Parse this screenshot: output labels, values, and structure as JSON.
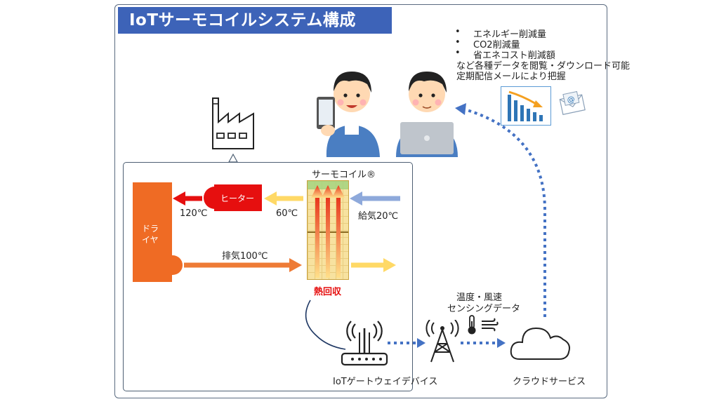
{
  "title": "IoTサーモコイルシステム構成",
  "info": {
    "bullets": [
      "エネルギー削減量",
      "CO2削減量",
      "省エネコスト削減額"
    ],
    "line1": "など各種データを閲覧・ダウンロード可能",
    "line2": "定期配信メールにより把握"
  },
  "labels": {
    "coil": "サーモコイル®",
    "heater": "ヒーター",
    "dryer": "ドライヤ",
    "temp_120": "120℃",
    "temp_60": "60℃",
    "intake": "給気20℃",
    "exhaust": "排気100℃",
    "heat_recovery": "熱回収",
    "sensing_1": "温度・風速",
    "sensing_2": "センシングデータ",
    "gateway": "IoTゲートウェイデバイス",
    "cloud": "クラウドサービス"
  },
  "colors": {
    "title_bg": "#3d63b8",
    "heater": "#e60f0f",
    "dryer": "#ef6b24",
    "hot_arrow": "#e8331b",
    "warm_arrow": "#ffd966",
    "cold_arrow": "#8ea9db",
    "exhaust_arrow": "#ee7b36",
    "data_flow": "#4472c4",
    "heat_recovery_text": "#e60f0f"
  }
}
